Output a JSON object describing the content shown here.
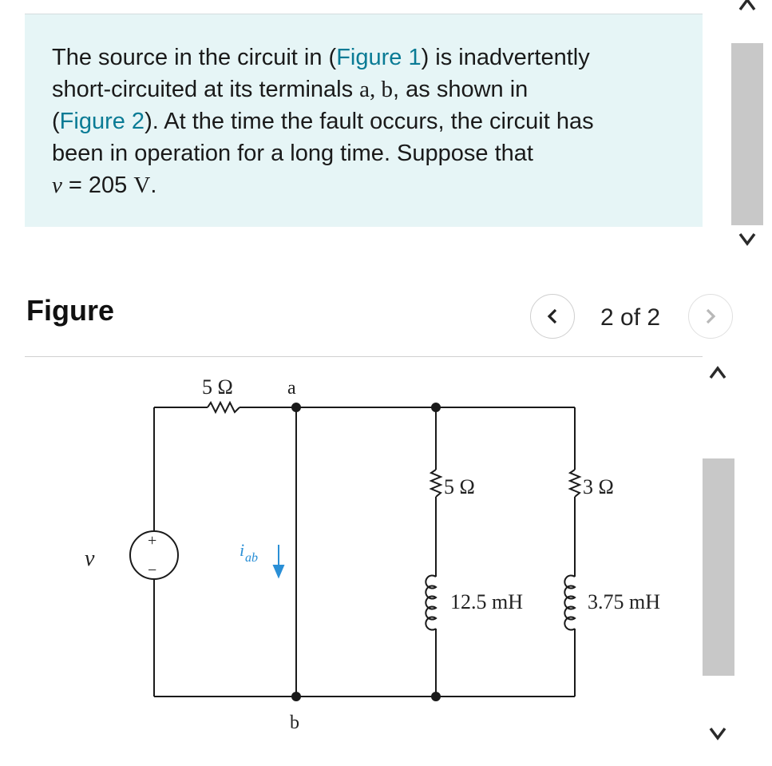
{
  "problem": {
    "line1_pre": "The source in the circuit in (",
    "figure1_link": "Figure 1",
    "line1_post": ") is inadvertently",
    "line2_pre": "short-circuited at its terminals ",
    "term_a": "a",
    "comma": ", ",
    "term_b": "b",
    "line2_post": ", as shown in",
    "line3_open": "(",
    "figure2_link": "Figure 2",
    "line3_post": "). At the time the fault occurs, the circuit has",
    "line4": "been in operation for a long time. Suppose that",
    "var_v": "v",
    "equals": " = 205 ",
    "unit_V": "V",
    "period": "."
  },
  "figure": {
    "title": "Figure",
    "pager": "2 of 2",
    "prev_glyph": "<",
    "next_glyph": ">"
  },
  "circuit": {
    "r_series": "5 Ω",
    "node_a": "a",
    "node_b": "b",
    "r_mid": "5 Ω",
    "r_right": "3 Ω",
    "l_mid": "12.5 mH",
    "l_right": "3.75 mH",
    "source_label": "v",
    "current_label": "i",
    "current_sub": "ab",
    "plus": "+",
    "minus": "−"
  },
  "scroll": {
    "up_glyph": "^",
    "down_glyph": "v"
  },
  "colors": {
    "link": "#0a7b95",
    "box_bg": "#e6f5f6",
    "current_arrow": "#2a8fd6"
  }
}
